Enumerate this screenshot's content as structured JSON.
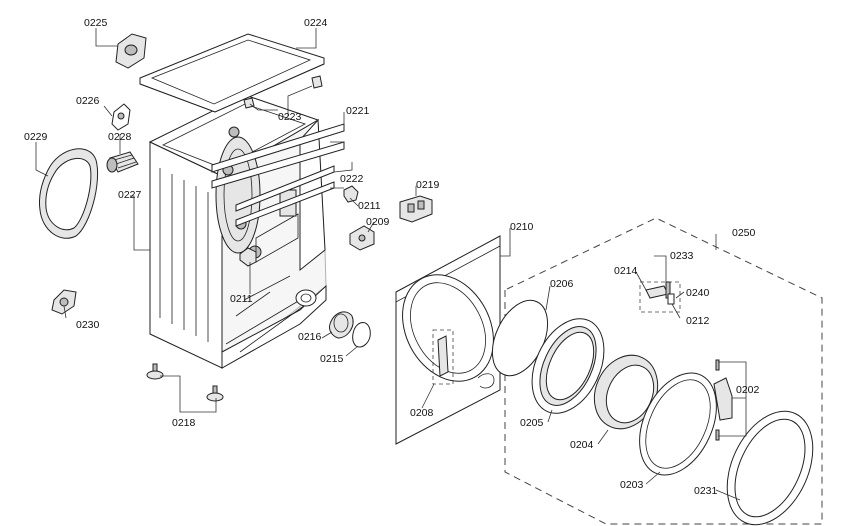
{
  "labels": {
    "0225": "0225",
    "0224": "0224",
    "0226": "0226",
    "0223": "0223",
    "0221": "0221",
    "0228": "0228",
    "0229": "0229",
    "0222": "0222",
    "0227": "0227",
    "0211a": "0211",
    "0219": "0219",
    "0209": "0209",
    "0210": "0210",
    "0250": "0250",
    "0233": "0233",
    "0214": "0214",
    "0240": "0240",
    "0206": "0206",
    "0212": "0212",
    "0211b": "0211",
    "0230": "0230",
    "0216": "0216",
    "0215": "0215",
    "0202": "0202",
    "0208": "0208",
    "0218": "0218",
    "0205": "0205",
    "0204": "0204",
    "0203": "0203",
    "0231": "0231"
  }
}
